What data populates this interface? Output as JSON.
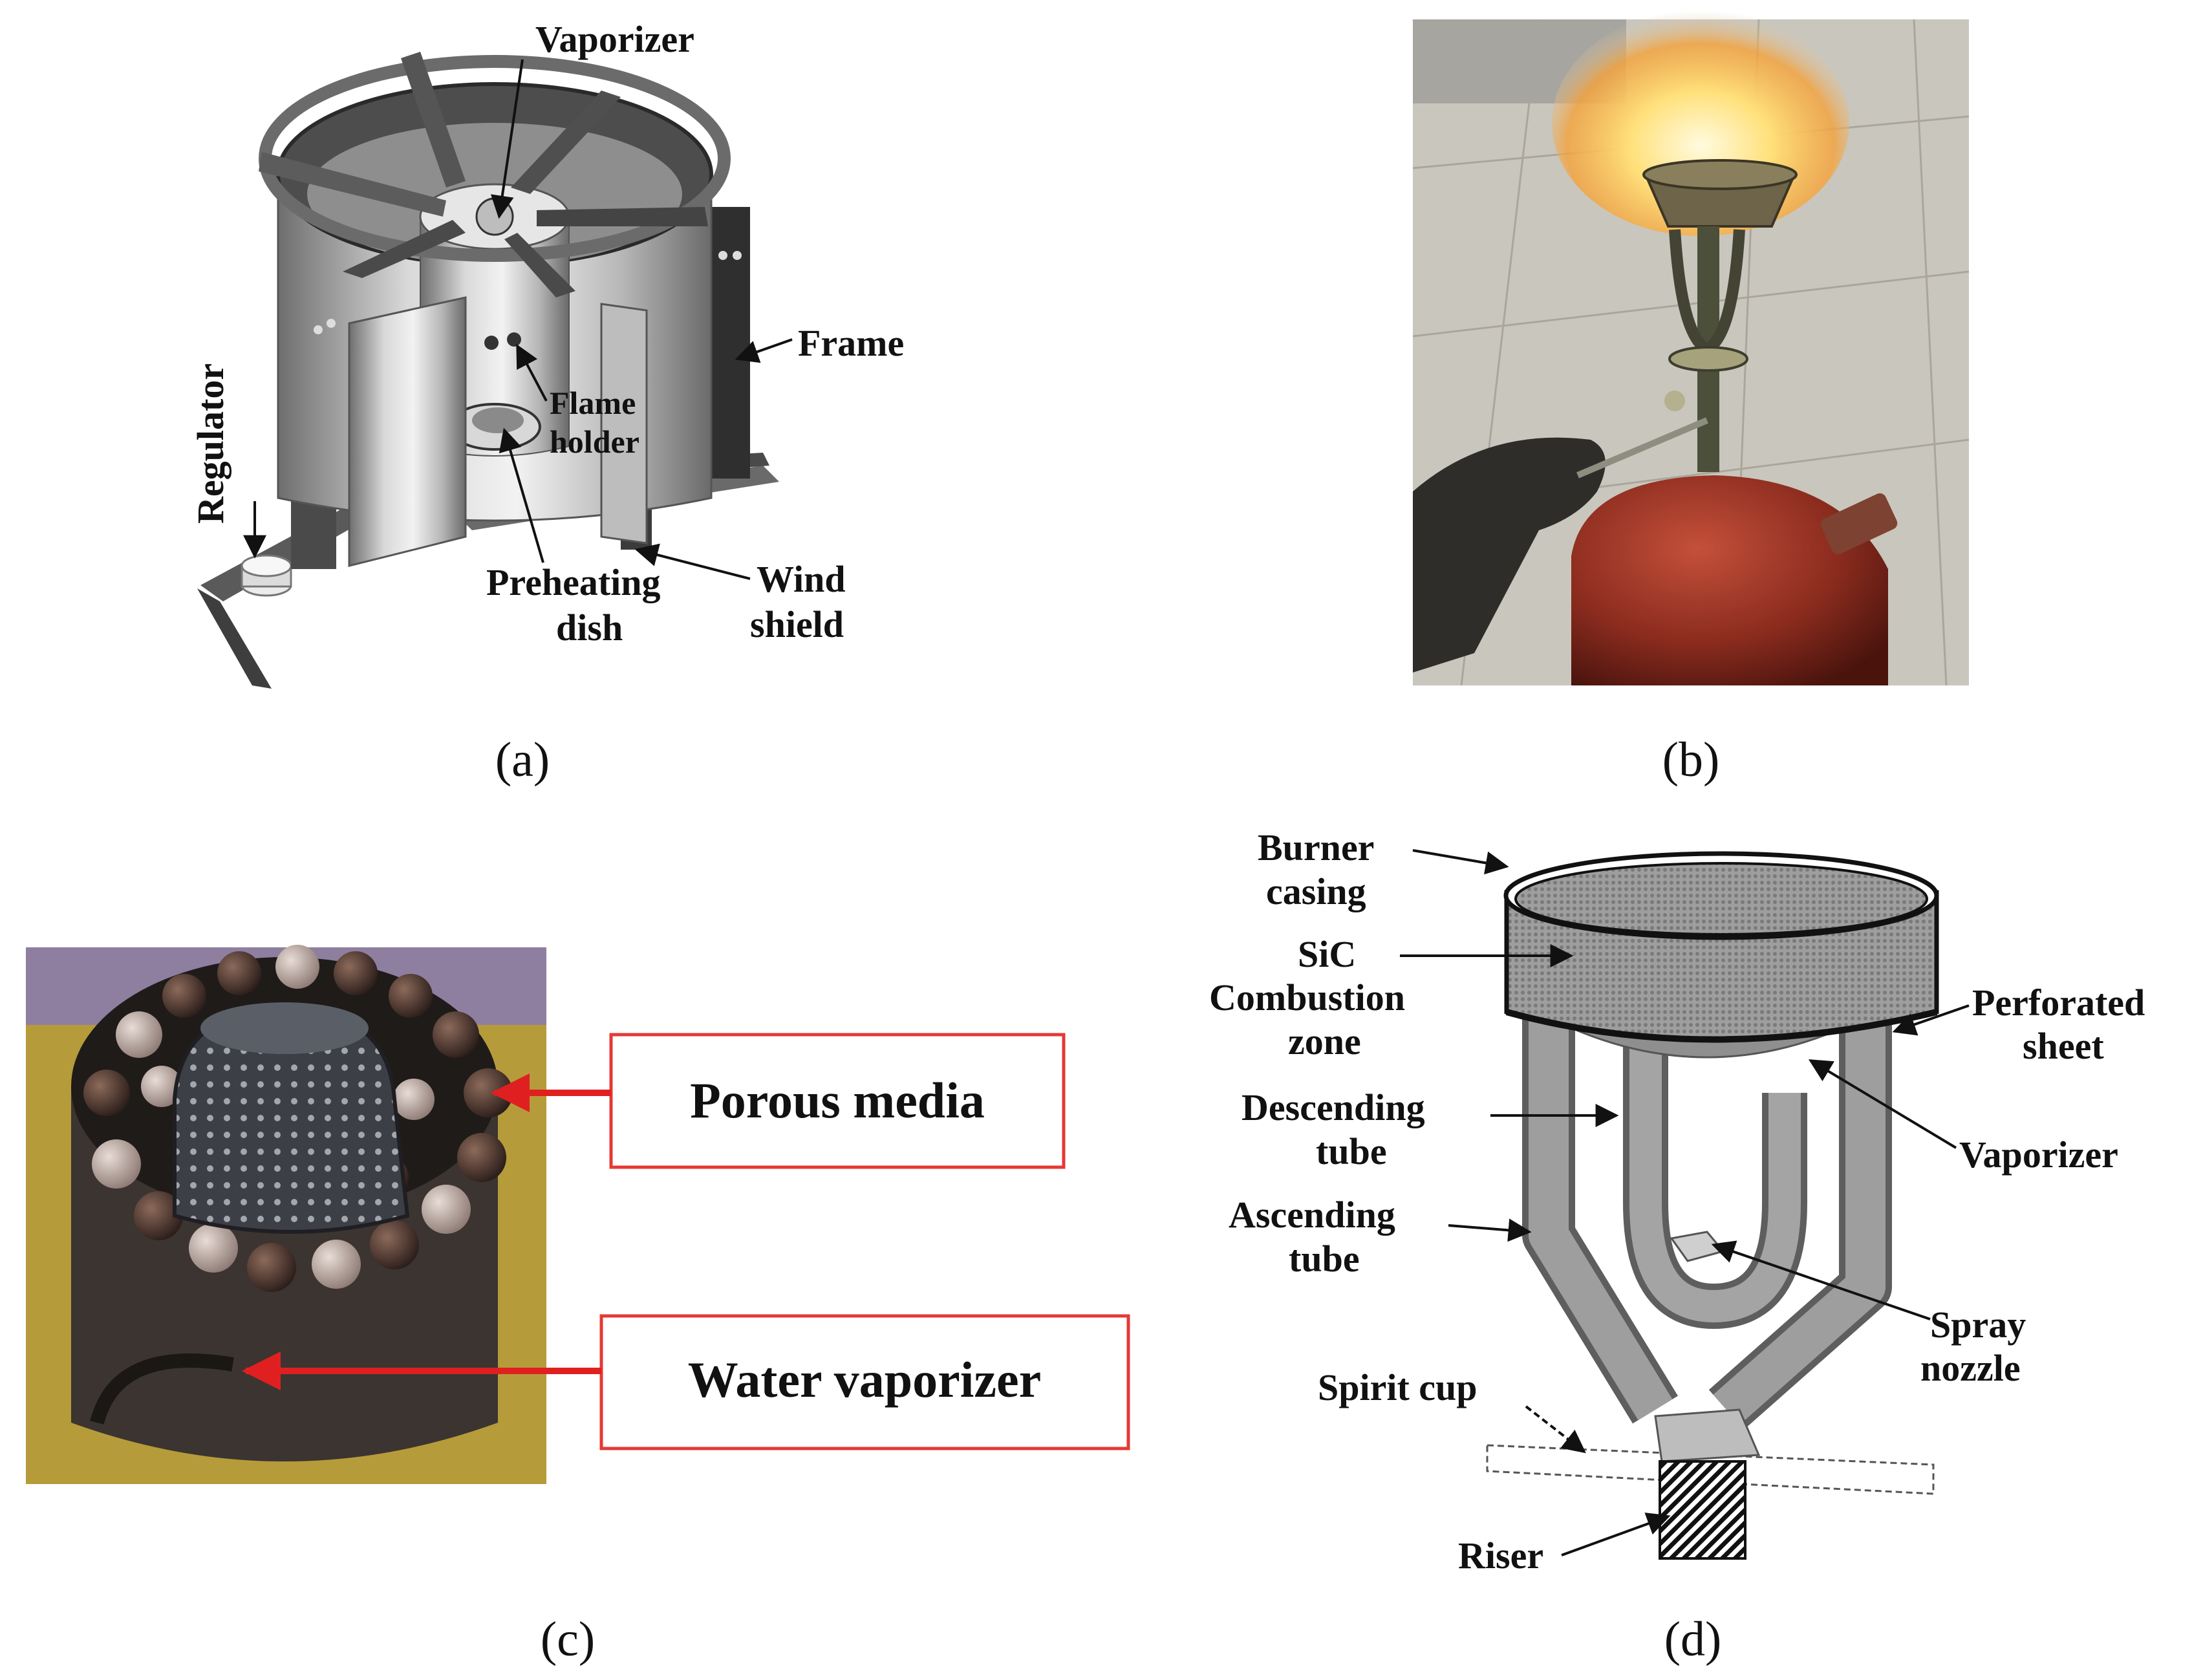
{
  "panels": {
    "a": {
      "caption": "(a)",
      "labels": {
        "vaporizer": "Vaporizer",
        "frame": "Frame",
        "regulator": "Regulator",
        "flame_holder_1": "Flame",
        "flame_holder_2": "holder",
        "preheating_dish_1": "Preheating",
        "preheating_dish_2": "dish",
        "wind_shield_1": "Wind",
        "wind_shield_2": "shield"
      }
    },
    "b": {
      "caption": "(b)"
    },
    "c": {
      "caption": "(c)",
      "labels": {
        "porous_media": "Porous media",
        "water_vaporizer": "Water vaporizer"
      }
    },
    "d": {
      "caption": "(d)",
      "labels": {
        "burner_casing_1": "Burner",
        "burner_casing_2": "casing",
        "sic_1": "SiC",
        "sic_2": "Combustion",
        "sic_3": "zone",
        "perforated_1": "Perforated",
        "perforated_2": "sheet",
        "descending_1": "Descending",
        "descending_2": "tube",
        "vaporizer": "Vaporizer",
        "ascending_1": "Ascending",
        "ascending_2": "tube",
        "spray_1": "Spray",
        "spray_2": "nozzle",
        "spirit_cup": "Spirit cup",
        "riser": "Riser"
      }
    }
  },
  "colors": {
    "callout_red": "#e53935",
    "arrow_red": "#e02020",
    "stove_red": "#8a2b1e",
    "metal_gray": "#9a9a9a"
  }
}
